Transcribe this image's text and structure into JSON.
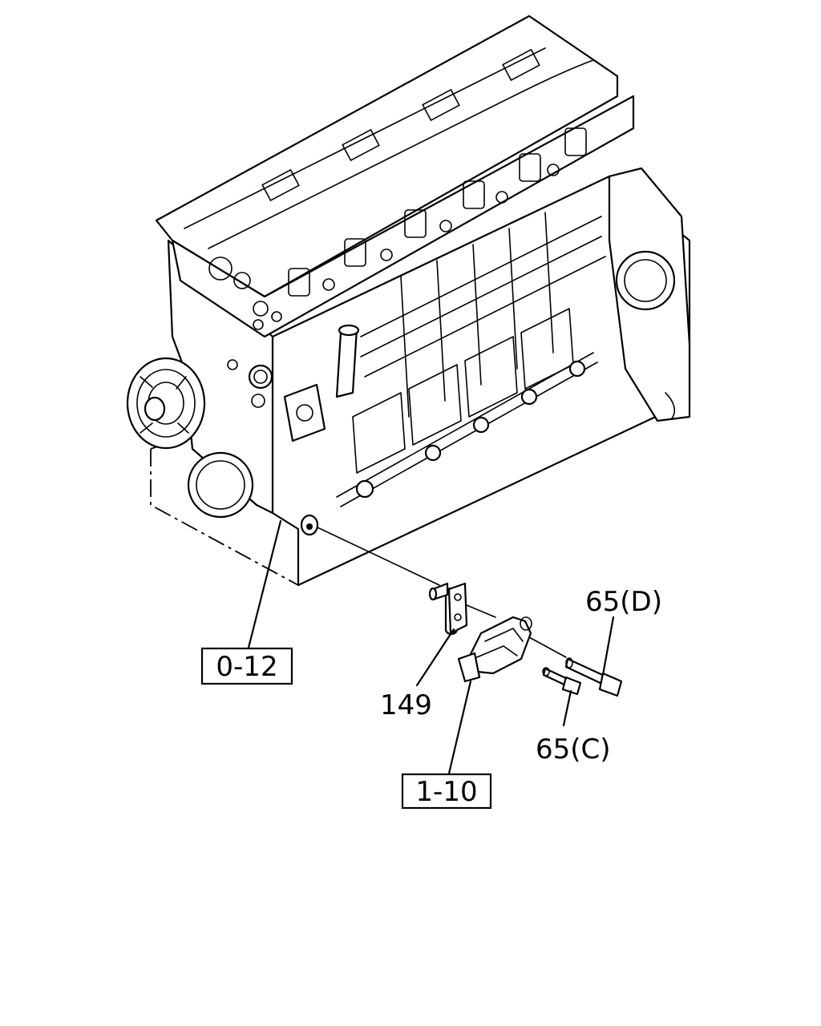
{
  "callouts": {
    "part_65d": "65(D)",
    "part_149": "149",
    "part_65c": "65(C)",
    "ref_0_12": "0-12",
    "ref_1_10": "1-10"
  }
}
